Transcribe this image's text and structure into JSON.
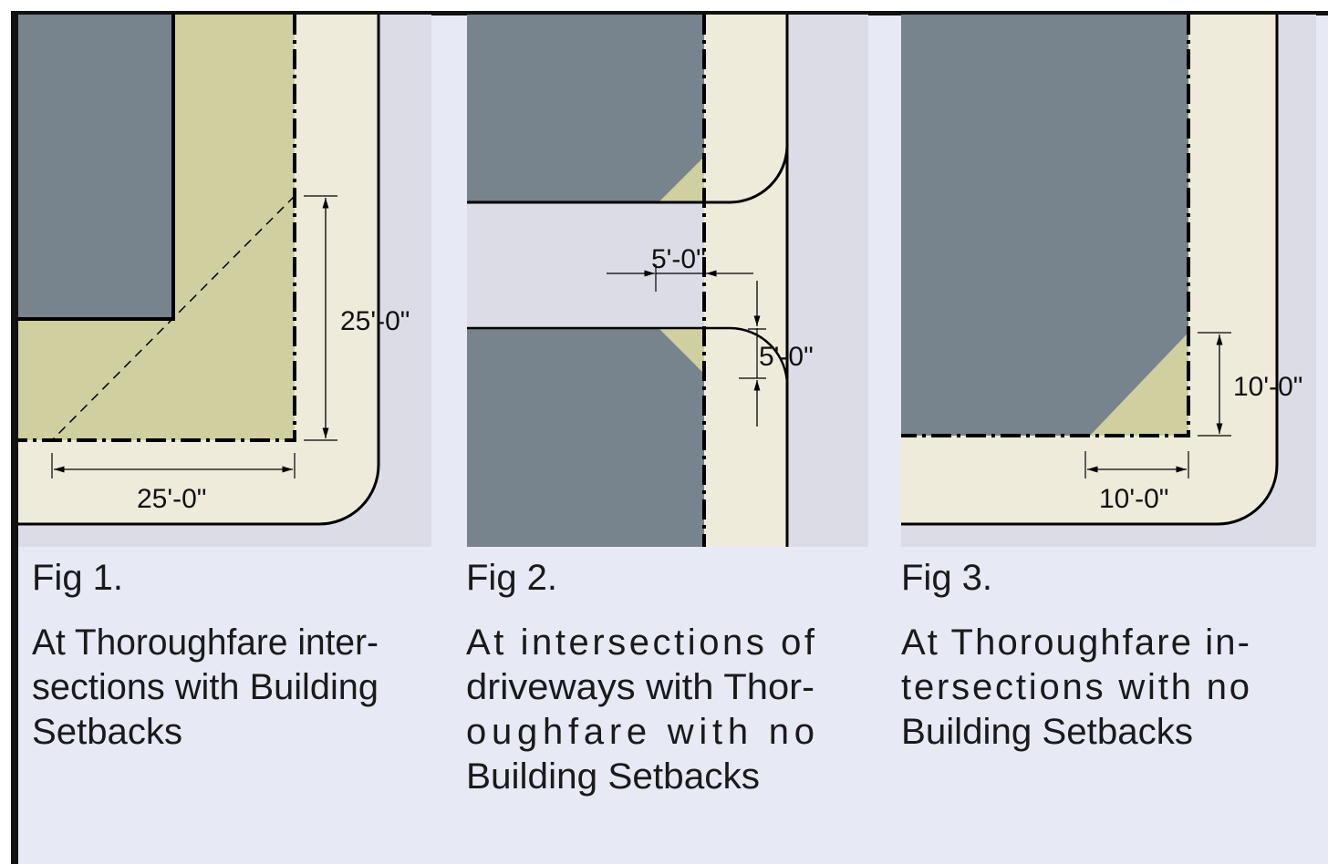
{
  "colors": {
    "background": "#e7e9f5",
    "street": "#dcdce6",
    "sidewalk": "#eeebdb",
    "clear_zone": "#d0cfa0",
    "building": "#77838d"
  },
  "figures": [
    {
      "title": "Fig 1.",
      "dims": [
        "25'-0\"",
        "25'-0\""
      ],
      "caption": [
        "At Thoroughfare inter-",
        "sections with Building",
        "Setbacks"
      ]
    },
    {
      "title": "Fig 2.",
      "dims": [
        "5'-0\"",
        "5'-0\""
      ],
      "caption": [
        "At intersections of",
        "driveways with Thor-",
        "oughfare with no",
        "Building Setbacks"
      ]
    },
    {
      "title": "Fig 3.",
      "dims": [
        "10'-0\"",
        "10'-0\""
      ],
      "caption": [
        "At Thoroughfare in-",
        "tersections with no",
        "Building Setbacks"
      ]
    }
  ]
}
